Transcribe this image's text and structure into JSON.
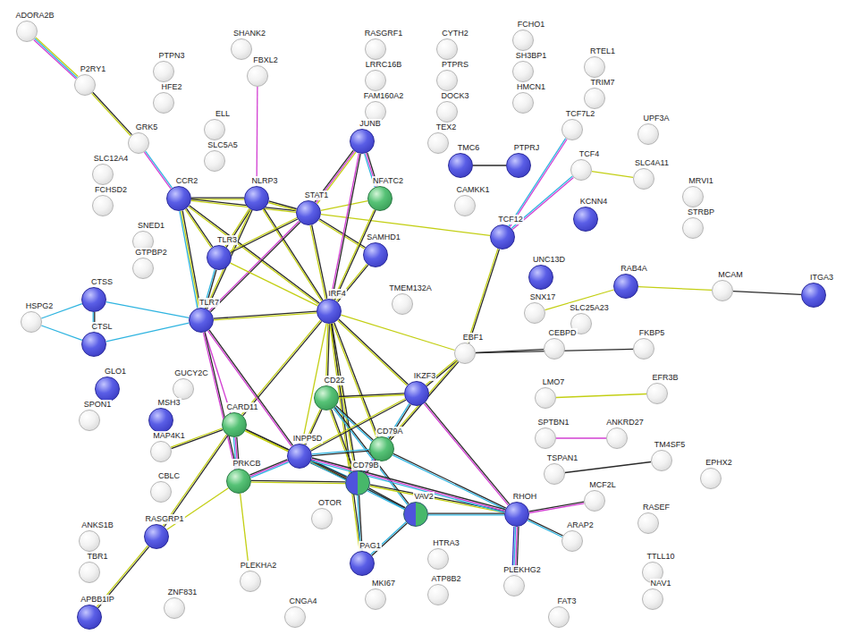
{
  "diagram": {
    "nodes": [
      {
        "text": [
          "ADORA2B"
        ]
      },
      {
        "text": [
          "P2RY1"
        ]
      },
      {
        "text": [
          "PTPN3"
        ]
      },
      {
        "text": [
          "HFE2"
        ]
      },
      {
        "text": [
          "SHANK2"
        ]
      },
      {
        "text": [
          "FBXL2"
        ]
      },
      {
        "text": [
          "GRK5"
        ]
      },
      {
        "text": [
          "SLC12A4"
        ]
      },
      {
        "text": [
          "FCHSD2"
        ]
      },
      {
        "text": [
          "ELL"
        ]
      },
      {
        "text": [
          "SLC5A5"
        ]
      },
      {
        "text": [
          "CCR2"
        ]
      },
      {
        "text": [
          "NLRP3"
        ]
      },
      {
        "text": [
          "STAT1"
        ]
      },
      {
        "text": [
          "JUNB"
        ]
      },
      {
        "text": [
          "NFATC2"
        ]
      },
      {
        "text": [
          "RASGRF1"
        ]
      },
      {
        "text": [
          "LRRC16B"
        ]
      },
      {
        "text": [
          "FAM160A2"
        ]
      },
      {
        "text": [
          "CYTH2"
        ]
      },
      {
        "text": [
          "PTPRS"
        ]
      },
      {
        "text": [
          "DOCK3"
        ]
      },
      {
        "text": [
          "TEX2"
        ]
      },
      {
        "text": [
          "TMC6"
        ]
      },
      {
        "text": [
          "PTPRJ"
        ]
      },
      {
        "text": [
          "CAMKK1"
        ]
      },
      {
        "text": [
          "FCHO1"
        ]
      },
      {
        "text": [
          "SH3BP1"
        ]
      },
      {
        "text": [
          "HMCN1"
        ]
      },
      {
        "text": [
          "RTEL1"
        ]
      },
      {
        "text": [
          "TRIM7"
        ]
      },
      {
        "text": [
          "TCF7L2"
        ]
      },
      {
        "text": [
          "UPF3A"
        ]
      },
      {
        "text": [
          "TCF4"
        ]
      },
      {
        "text": [
          "SLC4A11"
        ]
      },
      {
        "text": [
          "TCF12"
        ]
      },
      {
        "text": [
          "KCNN4"
        ]
      },
      {
        "text": [
          "MRVI1"
        ]
      },
      {
        "text": [
          "STRBP"
        ]
      },
      {
        "text": [
          "SNED1"
        ]
      },
      {
        "text": [
          "GTPBP2"
        ]
      },
      {
        "text": [
          "TLR3"
        ]
      },
      {
        "text": [
          "SAMHD1"
        ]
      },
      {
        "text": [
          "TMEM132A"
        ]
      },
      {
        "text": [
          "UNC13D"
        ]
      },
      {
        "text": [
          "SNX17"
        ]
      },
      {
        "text": [
          "RAB4A"
        ]
      },
      {
        "text": [
          "MCAM"
        ]
      },
      {
        "text": [
          "ITGA3"
        ]
      },
      {
        "text": [
          "SLC25A23"
        ]
      },
      {
        "text": [
          "HSPG2"
        ]
      },
      {
        "text": [
          "CTSS"
        ]
      },
      {
        "text": [
          "CTSL"
        ]
      },
      {
        "text": [
          "TLR7"
        ]
      },
      {
        "text": [
          "IRF4"
        ]
      },
      {
        "text": [
          "EBF1"
        ]
      },
      {
        "text": [
          "CEBPD"
        ]
      },
      {
        "text": [
          "FKBP5"
        ]
      },
      {
        "text": [
          "GLO1"
        ]
      },
      {
        "text": [
          "SPON1"
        ]
      },
      {
        "text": [
          "GUCY2C"
        ]
      },
      {
        "text": [
          "MSH3"
        ]
      },
      {
        "text": [
          "LMO7"
        ]
      },
      {
        "text": [
          "EFR3B"
        ]
      },
      {
        "text": [
          "CD22"
        ]
      },
      {
        "text": [
          "IKZF3"
        ]
      },
      {
        "text": [
          "CARD11"
        ]
      },
      {
        "text": [
          "MAP4K1"
        ]
      },
      {
        "text": [
          "SPTBN1"
        ]
      },
      {
        "text": [
          "ANKRD27"
        ]
      },
      {
        "text": [
          "TM4SF5"
        ]
      },
      {
        "text": [
          "TSPAN1"
        ]
      },
      {
        "text": [
          "INPP5D"
        ]
      },
      {
        "text": [
          "CD79A"
        ]
      },
      {
        "text": [
          "CD79B"
        ]
      },
      {
        "text": [
          "PRKCB"
        ]
      },
      {
        "text": [
          "CBLC"
        ]
      },
      {
        "text": [
          "OTOR"
        ]
      },
      {
        "text": [
          "VAV2"
        ]
      },
      {
        "text": [
          "RHOH"
        ]
      },
      {
        "text": [
          "MCF2L"
        ]
      },
      {
        "text": [
          "EPHX2"
        ]
      },
      {
        "text": [
          "RASEF"
        ]
      },
      {
        "text": [
          "ARAP2"
        ]
      },
      {
        "text": [
          "RASGRP1"
        ]
      },
      {
        "text": [
          "ANKS1B"
        ]
      },
      {
        "text": [
          "TBR1"
        ]
      },
      {
        "text": [
          "PAG1"
        ]
      },
      {
        "text": [
          "HTRA3"
        ]
      },
      {
        "text": [
          "PLEKHG2"
        ]
      },
      {
        "text": [
          "TTLL10"
        ]
      },
      {
        "text": [
          "NAV1"
        ]
      },
      {
        "text": [
          "APBB1IP"
        ]
      },
      {
        "text": [
          "ZNF831"
        ]
      },
      {
        "text": [
          "PLEKHA2"
        ]
      },
      {
        "text": [
          "MKI67"
        ]
      },
      {
        "text": [
          "ATP8B2"
        ]
      },
      {
        "text": [
          "CNGA4"
        ]
      },
      {
        "text": [
          "FAT3"
        ]
      }
    ],
    "edges": [
      {
        "from": 1,
        "to": 0,
        "arrow": "none"
      },
      {
        "from": 1,
        "to": 6,
        "arrow": "none"
      },
      {
        "from": 6,
        "to": 11,
        "arrow": "none"
      },
      {
        "from": 5,
        "to": 12,
        "arrow": "none"
      },
      {
        "from": 11,
        "to": 12,
        "arrow": "none"
      },
      {
        "from": 11,
        "to": 13,
        "arrow": "none"
      },
      {
        "from": 11,
        "to": 41,
        "arrow": "none"
      },
      {
        "from": 11,
        "to": 53,
        "arrow": "none"
      },
      {
        "from": 11,
        "to": 54,
        "arrow": "none"
      },
      {
        "from": 12,
        "to": 13,
        "arrow": "none"
      },
      {
        "from": 12,
        "to": 41,
        "arrow": "none"
      },
      {
        "from": 12,
        "to": 53,
        "arrow": "none"
      },
      {
        "from": 12,
        "to": 54,
        "arrow": "none"
      },
      {
        "from": 13,
        "to": 14,
        "arrow": "none"
      },
      {
        "from": 13,
        "to": 41,
        "arrow": "none"
      },
      {
        "from": 13,
        "to": 53,
        "arrow": "none"
      },
      {
        "from": 13,
        "to": 54,
        "arrow": "none"
      },
      {
        "from": 13,
        "to": 15,
        "arrow": "none"
      },
      {
        "from": 13,
        "to": 42,
        "arrow": "none"
      },
      {
        "from": 13,
        "to": 35,
        "arrow": "none"
      },
      {
        "from": 14,
        "to": 15,
        "arrow": "none"
      },
      {
        "from": 14,
        "to": 54,
        "arrow": "none"
      },
      {
        "from": 15,
        "to": 54,
        "arrow": "none"
      },
      {
        "from": 41,
        "to": 53,
        "arrow": "none"
      },
      {
        "from": 41,
        "to": 54,
        "arrow": "none"
      },
      {
        "from": 53,
        "to": 54,
        "arrow": "none"
      },
      {
        "from": 53,
        "to": 51,
        "arrow": "none"
      },
      {
        "from": 53,
        "to": 52,
        "arrow": "none"
      },
      {
        "from": 51,
        "to": 52,
        "arrow": "none"
      },
      {
        "from": 50,
        "to": 51,
        "arrow": "none"
      },
      {
        "from": 50,
        "to": 52,
        "arrow": "none"
      },
      {
        "from": 53,
        "to": 66,
        "arrow": "none"
      },
      {
        "from": 53,
        "to": 75,
        "arrow": "none"
      },
      {
        "from": 42,
        "to": 54,
        "arrow": "none"
      },
      {
        "from": 54,
        "to": 64,
        "arrow": "none"
      },
      {
        "from": 54,
        "to": 65,
        "arrow": "none"
      },
      {
        "from": 54,
        "to": 66,
        "arrow": "none"
      },
      {
        "from": 54,
        "to": 73,
        "arrow": "none"
      },
      {
        "from": 54,
        "to": 74,
        "arrow": "none"
      },
      {
        "from": 54,
        "to": 72,
        "arrow": "none"
      },
      {
        "from": 54,
        "to": 55,
        "arrow": "none"
      },
      {
        "from": 54,
        "to": 87,
        "arrow": "none"
      },
      {
        "from": 23,
        "to": 24,
        "arrow": "none"
      },
      {
        "from": 31,
        "to": 35,
        "arrow": "none"
      },
      {
        "from": 33,
        "to": 35,
        "arrow": "none"
      },
      {
        "from": 33,
        "to": 34,
        "arrow": "none"
      },
      {
        "from": 35,
        "to": 55,
        "arrow": "none"
      },
      {
        "from": 55,
        "to": 65,
        "arrow": "none"
      },
      {
        "from": 55,
        "to": 73,
        "arrow": "none"
      },
      {
        "from": 55,
        "to": 56,
        "arrow": "none"
      },
      {
        "from": 55,
        "to": 57,
        "arrow": "none"
      },
      {
        "from": 46,
        "to": 45,
        "arrow": "none"
      },
      {
        "from": 46,
        "to": 47,
        "arrow": "none"
      },
      {
        "from": 47,
        "to": 48,
        "arrow": "none"
      },
      {
        "from": 62,
        "to": 63,
        "arrow": "none"
      },
      {
        "from": 68,
        "to": 69,
        "arrow": "none"
      },
      {
        "from": 71,
        "to": 70,
        "arrow": "none"
      },
      {
        "from": 64,
        "to": 73,
        "arrow": "none"
      },
      {
        "from": 64,
        "to": 74,
        "arrow": "none"
      },
      {
        "from": 64,
        "to": 72,
        "arrow": "none"
      },
      {
        "from": 64,
        "to": 78,
        "arrow": "none"
      },
      {
        "from": 64,
        "to": 65,
        "arrow": "none"
      },
      {
        "from": 65,
        "to": 73,
        "arrow": "none"
      },
      {
        "from": 65,
        "to": 79,
        "arrow": "none"
      },
      {
        "from": 65,
        "to": 72,
        "arrow": "none"
      },
      {
        "from": 73,
        "to": 74,
        "arrow": "none"
      },
      {
        "from": 73,
        "to": 72,
        "arrow": "none"
      },
      {
        "from": 73,
        "to": 79,
        "arrow": "none"
      },
      {
        "from": 74,
        "to": 72,
        "arrow": "none"
      },
      {
        "from": 74,
        "to": 87,
        "arrow": "none"
      },
      {
        "from": 74,
        "to": 78,
        "arrow": "none"
      },
      {
        "from": 74,
        "to": 79,
        "arrow": "none"
      },
      {
        "from": 66,
        "to": 75,
        "arrow": "none"
      },
      {
        "from": 66,
        "to": 67,
        "arrow": "none"
      },
      {
        "from": 66,
        "to": 72,
        "arrow": "none"
      },
      {
        "from": 66,
        "to": 74,
        "arrow": "none"
      },
      {
        "from": 66,
        "to": 84,
        "arrow": "none"
      },
      {
        "from": 75,
        "to": 72,
        "arrow": "none"
      },
      {
        "from": 75,
        "to": 74,
        "arrow": "none"
      },
      {
        "from": 75,
        "to": 94,
        "arrow": "none"
      },
      {
        "from": 75,
        "to": 84,
        "arrow": "none"
      },
      {
        "from": 84,
        "to": 92,
        "arrow": "none"
      },
      {
        "from": 72,
        "to": 78,
        "arrow": "none"
      },
      {
        "from": 72,
        "to": 79,
        "arrow": "none"
      },
      {
        "from": 78,
        "to": 79,
        "arrow": "none"
      },
      {
        "from": 78,
        "to": 87,
        "arrow": "none"
      },
      {
        "from": 79,
        "to": 89,
        "arrow": "none"
      },
      {
        "from": 79,
        "to": 83,
        "arrow": "none"
      },
      {
        "from": 79,
        "to": 80,
        "arrow": "none"
      },
      {
        "from": 53,
        "to": 72,
        "arrow": "none"
      }
    ]
  }
}
